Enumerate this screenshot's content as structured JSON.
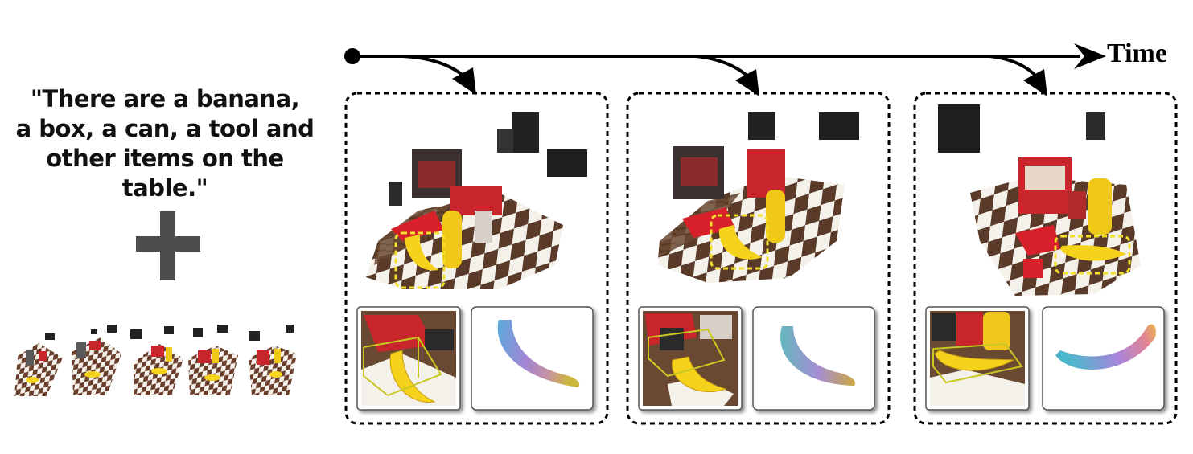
{
  "prompt": {
    "lines": [
      "\"There are a banana,",
      "a box, a can, a tool and",
      "other items on the  table.\""
    ]
  },
  "operator": "plus",
  "timeline": {
    "label": "Time"
  },
  "frames": [
    {
      "id": "frame-1",
      "highlight": "banana",
      "inset_crop": "banana-with-3d-box",
      "inset_points": "banana-point-cloud"
    },
    {
      "id": "frame-2",
      "highlight": "banana",
      "inset_crop": "banana-with-3d-box",
      "inset_points": "banana-point-cloud"
    },
    {
      "id": "frame-3",
      "highlight": "banana",
      "inset_crop": "banana-with-3d-box",
      "inset_points": "banana-point-cloud"
    }
  ],
  "colors": {
    "highlight_box": "#f2e02a",
    "banana": "#f5d31c",
    "checker_dark": "#5a3a28",
    "checker_light": "#f4f1ea",
    "tool_red": "#d8202a",
    "box_red": "#c8262c",
    "mustard": "#f0c81a",
    "plus": "#4d4d4d"
  }
}
